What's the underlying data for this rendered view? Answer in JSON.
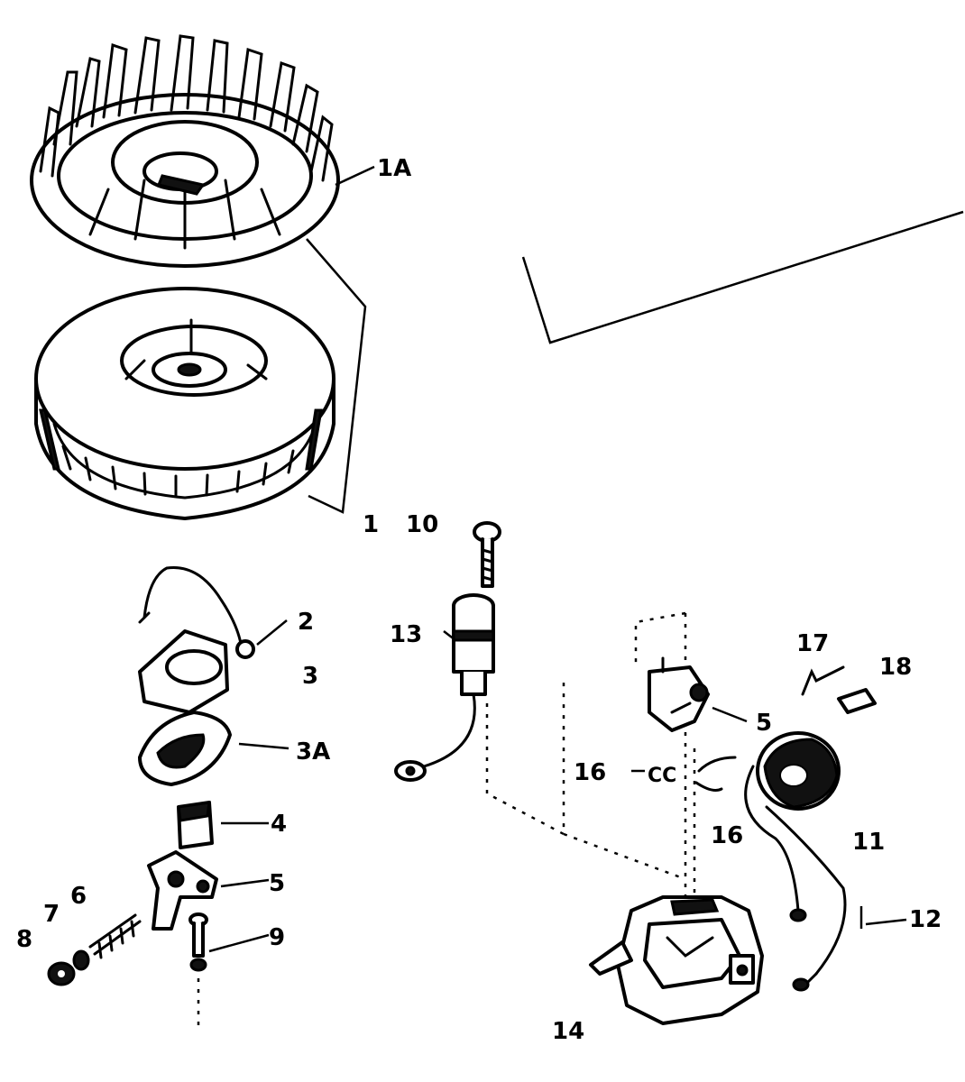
{
  "callouts": {
    "c1a": "1A",
    "c1": "1",
    "c10": "10",
    "c2": "2",
    "c13": "13",
    "c3": "3",
    "c3a": "3A",
    "c4": "4",
    "c5a": "5",
    "c5b": "5",
    "c6": "6",
    "c7": "7",
    "c8": "8",
    "c9": "9",
    "c17": "17",
    "c18": "18",
    "c16a": "16",
    "c16b": "16",
    "c11": "11",
    "c12": "12",
    "c14": "14"
  }
}
